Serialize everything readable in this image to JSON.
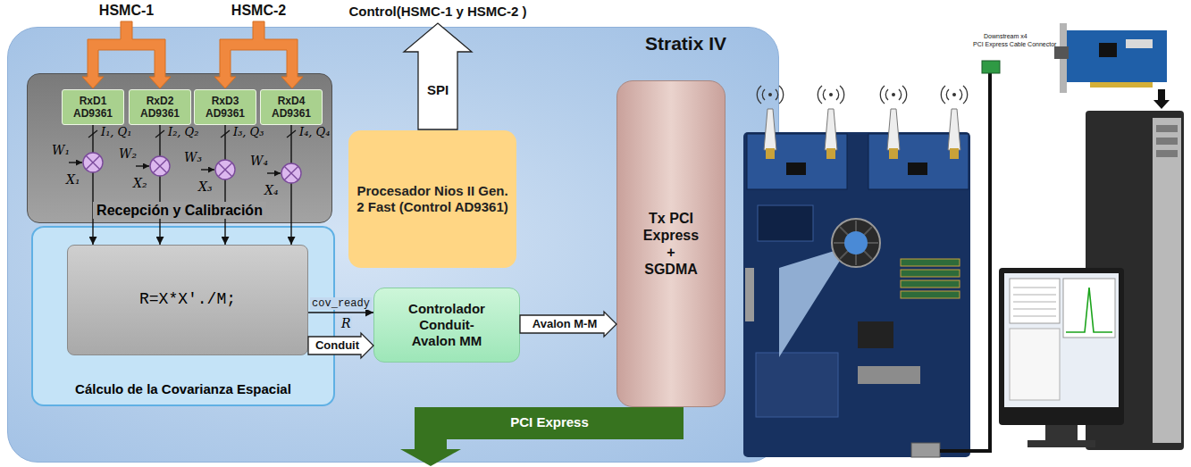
{
  "diagram": {
    "nodes": [
      {
        "text": [
          "Stratix IV"
        ]
      },
      {
        "text": [
          "Recepción y Calibración"
        ],
        "in": 0
      },
      {
        "text": [
          "RxD1 AD9361"
        ],
        "in": 1
      },
      {
        "text": [
          "RxD2 AD9361"
        ],
        "in": 1
      },
      {
        "text": [
          "RxD3 AD9361"
        ],
        "in": 1
      },
      {
        "text": [
          "RxD4 AD9361"
        ],
        "in": 1
      },
      {
        "text": [
          "Cálculo de la Covarianza Espacial"
        ],
        "in": 0
      },
      {
        "text": [
          "R=X*X'./M;"
        ],
        "in": 6
      },
      {
        "text": [
          "Procesador Nios II Gen. 2 Fast (Control AD9361)"
        ],
        "in": 0
      },
      {
        "text": [
          "Controlador Conduit-Avalon MM"
        ],
        "in": 0
      },
      {
        "text": [
          "Tx PCI Express + SGDMA"
        ],
        "in": 0
      }
    ],
    "edges": [
      {
        "from": 2,
        "to": 7,
        "arrow": "to"
      },
      {
        "from": 3,
        "to": 7,
        "arrow": "to"
      },
      {
        "from": 4,
        "to": 7,
        "arrow": "to"
      },
      {
        "from": 5,
        "to": 7,
        "arrow": "to"
      },
      {
        "from": 7,
        "to": 9,
        "label": "cov_ready",
        "arrow": "to"
      },
      {
        "from": 7,
        "to": 9,
        "label": "Conduit",
        "arrow": "to"
      },
      {
        "from": 9,
        "to": 10,
        "label": "Avalon M-M",
        "arrow": "to"
      }
    ],
    "labels": [
      "HSMC-1",
      "HSMC-2",
      "Control(HSMC-1 y HSMC-2 )",
      "I₁, Q₁",
      "I₂, Q₂",
      "I₃, Q₃",
      "I₄, Q₄",
      "W₁",
      "W₂",
      "W₃",
      "W₄",
      "X₁",
      "X₂",
      "X₃",
      "X₄",
      "SPI",
      "R",
      "PCI Express",
      "Downstream x4",
      "PCI Express Cable Connector"
    ]
  }
}
